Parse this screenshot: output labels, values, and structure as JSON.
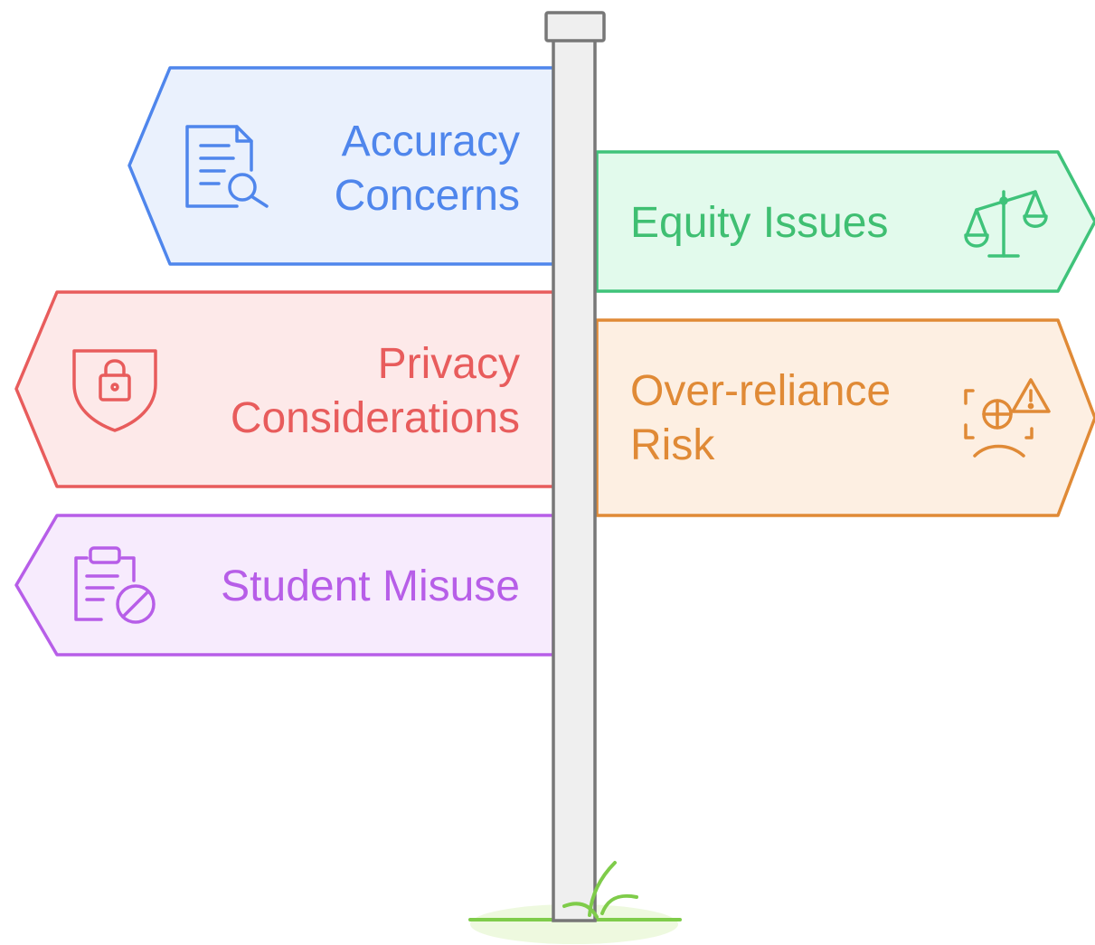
{
  "signs": [
    {
      "id": "accuracy",
      "lines": [
        "Accuracy",
        "Concerns"
      ],
      "icon": "document-search-icon",
      "stroke": "#4f86ec",
      "fill": "#eaf1fd",
      "text_color": "#4f86ec"
    },
    {
      "id": "equity",
      "lines": [
        "Equity Issues"
      ],
      "icon": "balance-scale-icon",
      "stroke": "#3fc37a",
      "fill": "#e2faec",
      "text_color": "#3fbf72"
    },
    {
      "id": "privacy",
      "lines": [
        "Privacy",
        "Considerations"
      ],
      "icon": "shield-lock-icon",
      "stroke": "#e85c5c",
      "fill": "#fde9e9",
      "text_color": "#e85c5c"
    },
    {
      "id": "overreliance",
      "lines": [
        "Over-reliance",
        "Risk"
      ],
      "icon": "ai-warning-icon",
      "stroke": "#e08a36",
      "fill": "#fdefe2",
      "text_color": "#e08a36"
    },
    {
      "id": "misuse",
      "lines": [
        "Student Misuse"
      ],
      "icon": "clipboard-prohibited-icon",
      "stroke": "#b75ee8",
      "fill": "#f7ebfd",
      "text_color": "#b75ee8"
    }
  ],
  "post": {
    "stroke": "#777777",
    "fill": "#efefef"
  },
  "ground": {
    "grass": "#7fcc4a",
    "mound": "#eef9df"
  }
}
